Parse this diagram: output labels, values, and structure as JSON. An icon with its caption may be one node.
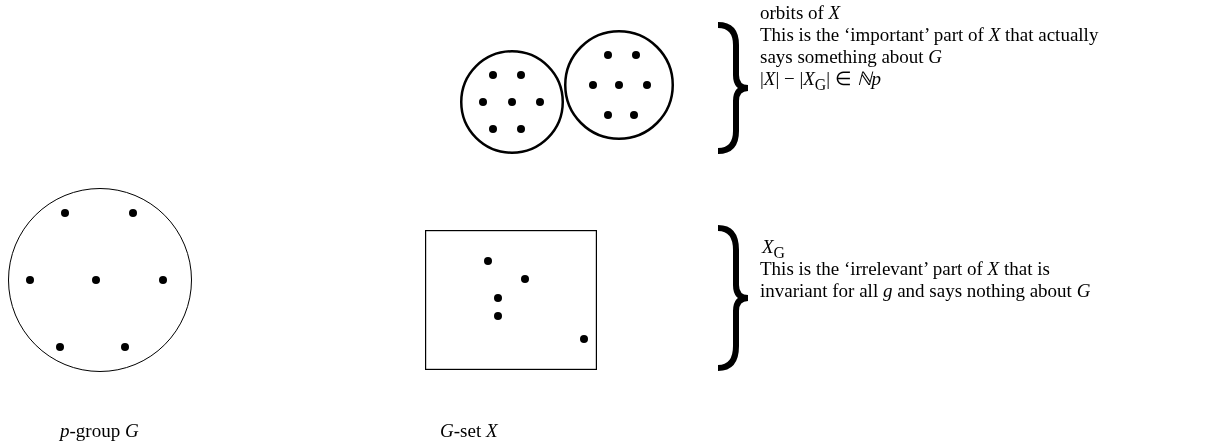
{
  "diagram": {
    "nodes": [
      {
        "text": [],
        "shape": "circle"
      },
      {
        "text": [],
        "shape": "circle"
      },
      {
        "text": [],
        "shape": "circle"
      },
      {
        "text": [],
        "shape": "box"
      }
    ],
    "labels": [
      "orbits of *X*",
      "This is the ‘important’ part of *X* that actually says something about *G*",
      "|*X*| − |*X*$_{G}$| ∈ *ℕp*",
      "*X*$_{G}$",
      "This is the ‘irrelevant’ part of *X* that is invariant for all *g* and says nothing about *G*",
      "*p*-group *G*",
      "*G*-set *X*"
    ]
  }
}
